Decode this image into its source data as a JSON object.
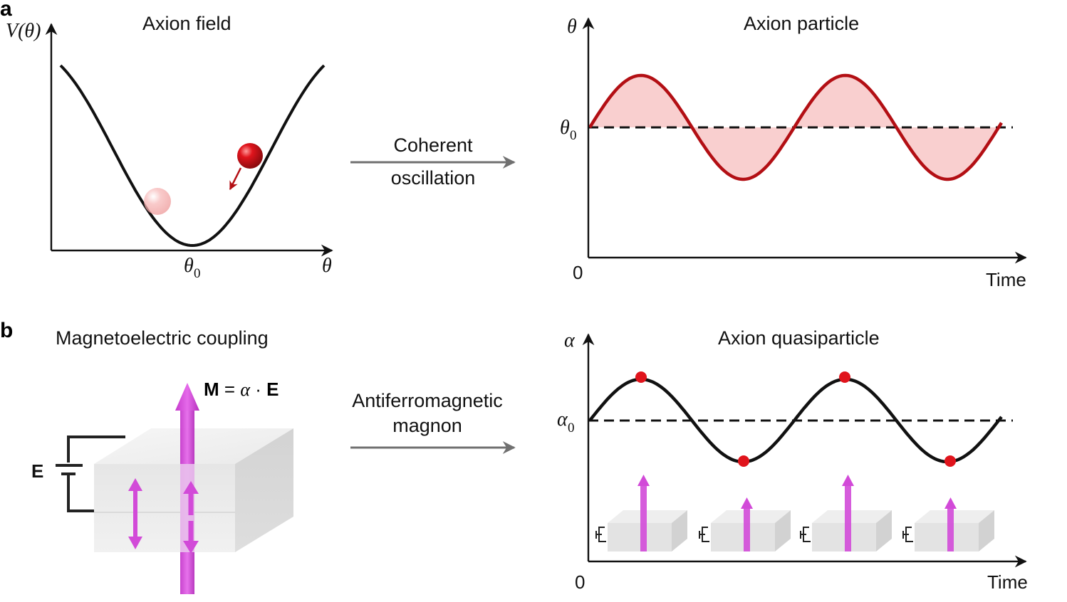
{
  "panel_a": {
    "letter": "a",
    "left_title": "Axion field",
    "left_ylabel": "V(θ)",
    "left_xtick_base": "θ",
    "left_xtick_sub": "0",
    "left_xlabel": "θ",
    "arrow_label_line1": "Coherent",
    "arrow_label_line2": "oscillation",
    "right_title": "Axion particle",
    "right_ylabel": "θ",
    "right_ref_base": "θ",
    "right_ref_sub": "0",
    "right_origin": "0",
    "right_xlabel": "Time"
  },
  "panel_b": {
    "letter": "b",
    "left_title": "Magnetoelectric coupling",
    "equation_M": "M",
    "equation_eq": " = ",
    "equation_alpha": "α",
    "equation_dot": " · ",
    "equation_E": "E",
    "battery_label": "E",
    "arrow_label_line1": "Antiferromagnetic",
    "arrow_label_line2": "magnon",
    "right_title": "Axion quasiparticle",
    "right_ylabel": "α",
    "right_ref_base": "α",
    "right_ref_sub": "0",
    "right_origin": "0",
    "right_xlabel": "Time"
  },
  "colors": {
    "oscillation_red": "#b30f14",
    "fill_pink": "#f9cfcf",
    "ball_red": "#d9141c",
    "magenta": "#d24ad8",
    "axis": "#111111",
    "arrow_gray": "#707070"
  }
}
